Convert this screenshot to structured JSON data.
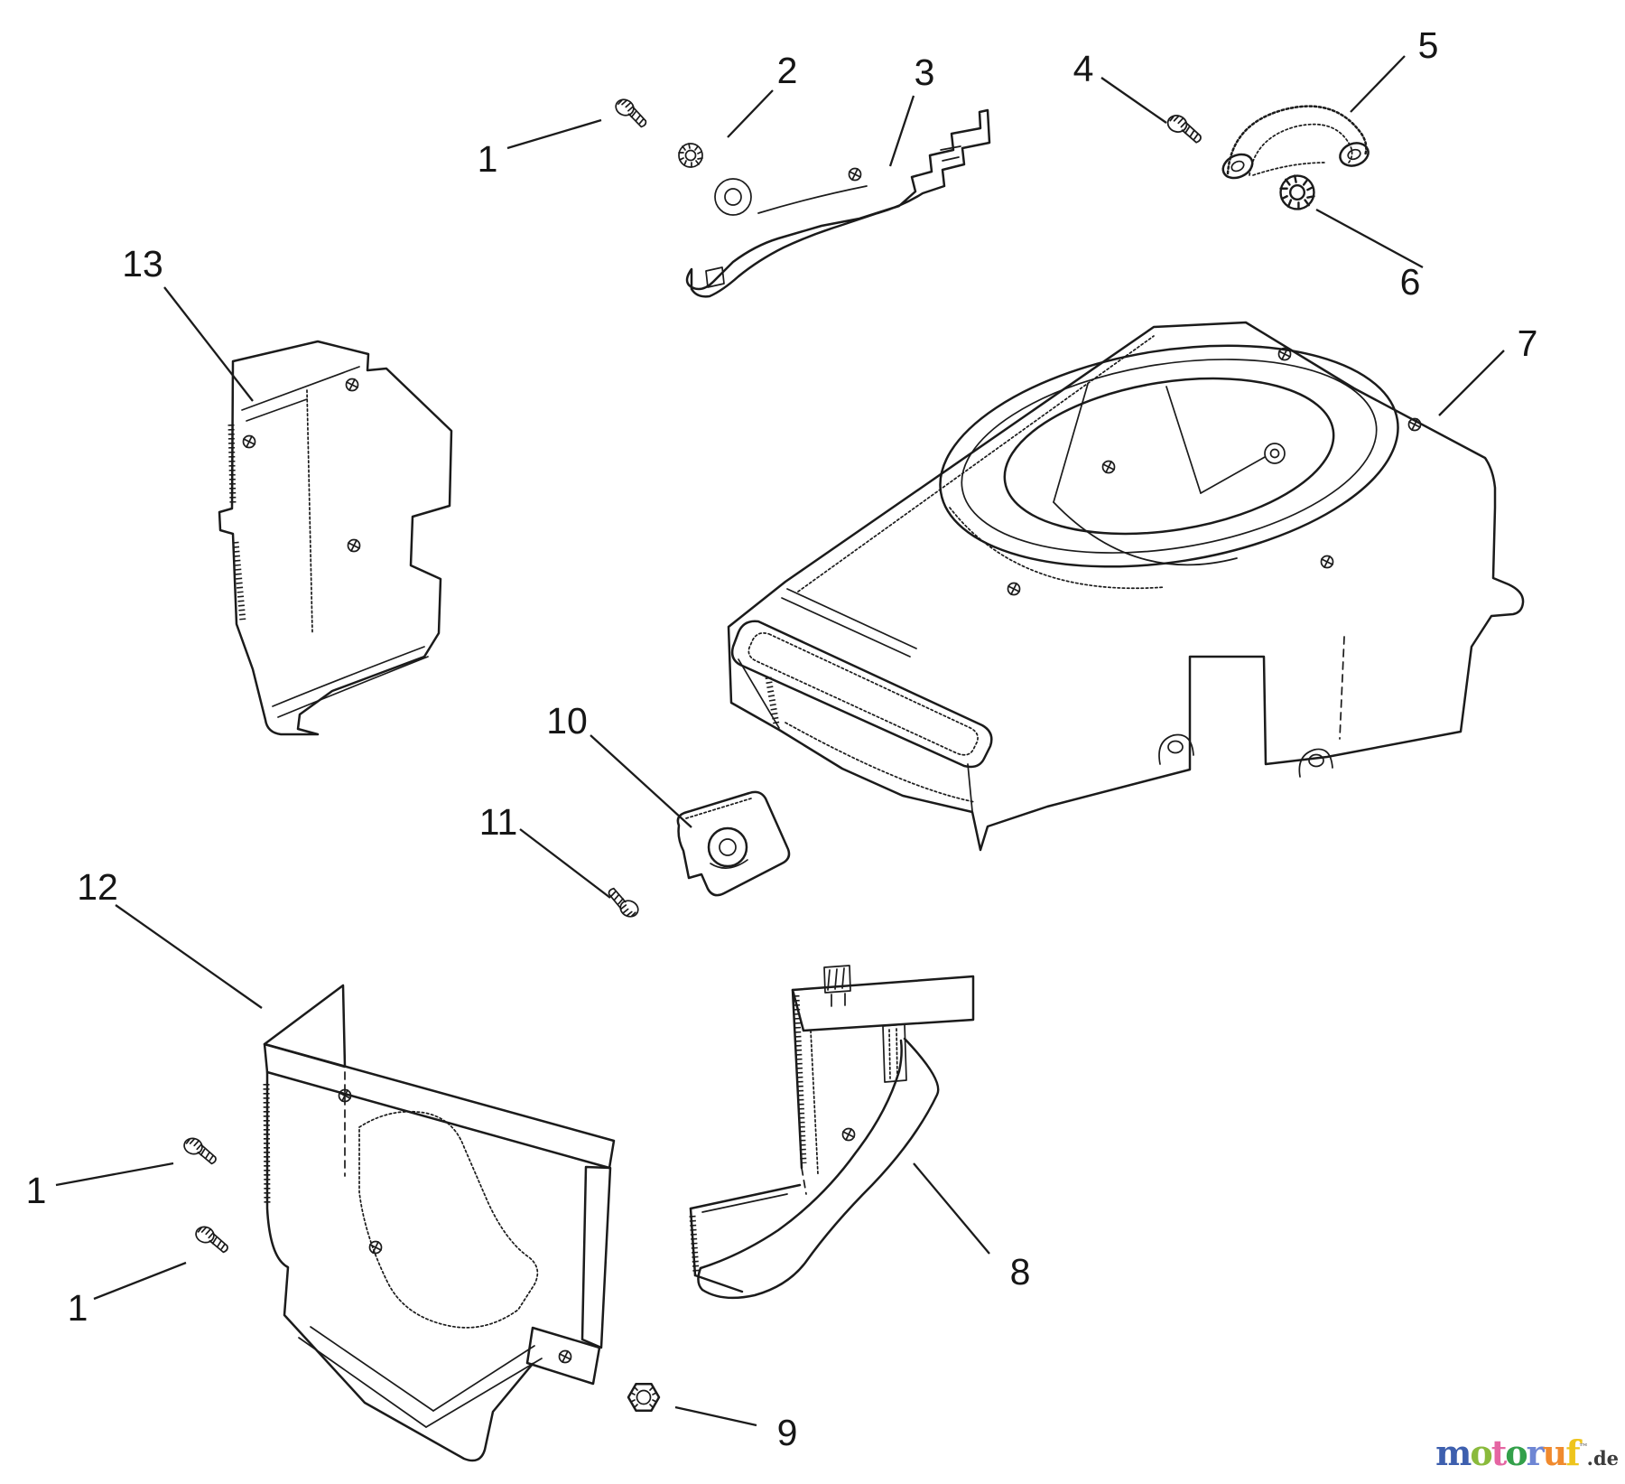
{
  "diagram": {
    "background_color": "#ffffff",
    "line_color": "#1b1b1b",
    "callouts": [
      {
        "id": "1-top",
        "label": "1"
      },
      {
        "id": "2",
        "label": "2"
      },
      {
        "id": "3",
        "label": "3"
      },
      {
        "id": "4",
        "label": "4"
      },
      {
        "id": "5",
        "label": "5"
      },
      {
        "id": "6",
        "label": "6"
      },
      {
        "id": "7",
        "label": "7"
      },
      {
        "id": "8",
        "label": "8"
      },
      {
        "id": "9",
        "label": "9"
      },
      {
        "id": "10",
        "label": "10"
      },
      {
        "id": "11",
        "label": "11"
      },
      {
        "id": "12",
        "label": "12"
      },
      {
        "id": "13",
        "label": "13"
      },
      {
        "id": "1-mid-left",
        "label": "1"
      },
      {
        "id": "1-lower-left",
        "label": "1"
      }
    ]
  },
  "watermark": {
    "text": "motoruf.de",
    "letters": [
      {
        "char": "m",
        "color": "#3d5fae"
      },
      {
        "char": "o",
        "color": "#8aba3c"
      },
      {
        "char": "t",
        "color": "#e565a2"
      },
      {
        "char": "o",
        "color": "#33a04a"
      },
      {
        "char": "r",
        "color": "#6e86d4"
      },
      {
        "char": "u",
        "color": "#f08a2e"
      },
      {
        "char": "f",
        "color": "#eec41c"
      }
    ],
    "trademark": "™",
    "tld": ".de",
    "tld_color": "#3c3c3c"
  }
}
